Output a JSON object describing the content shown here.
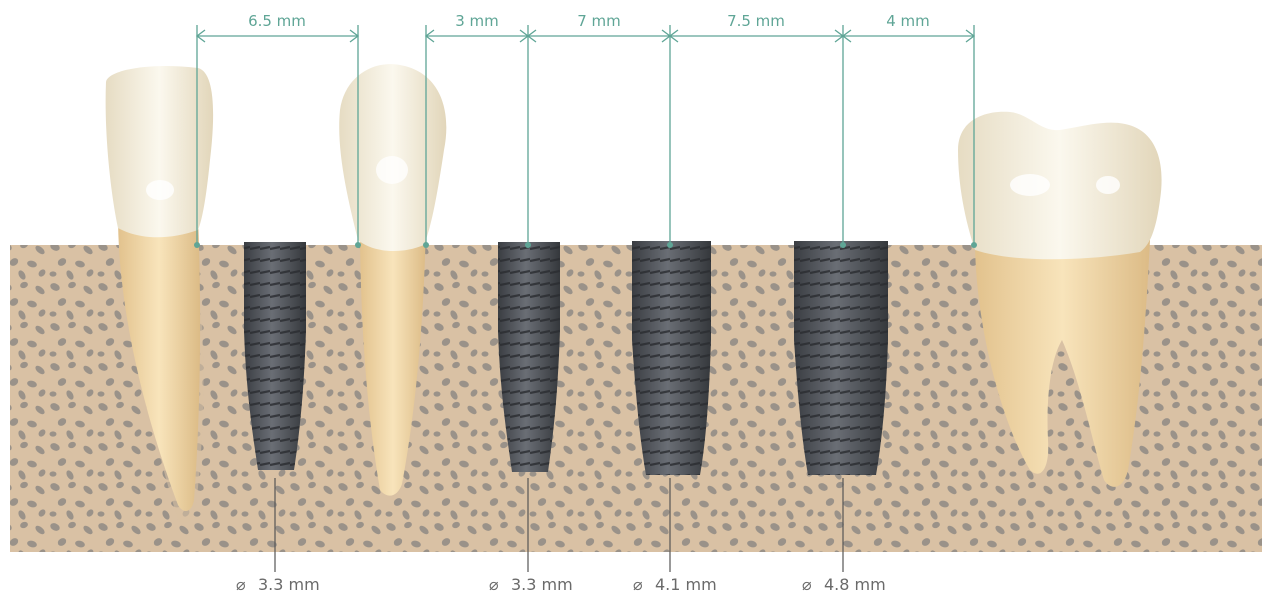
{
  "colors": {
    "accent": "#5fa596",
    "bone": "#d9c1a4",
    "bone_pore": "#8f8a84",
    "implant": "#4c4f55",
    "tooth_crown": "#f1ead8",
    "tooth_root": "#ecd3a6",
    "label_gray": "#6a6a6a"
  },
  "spacings": [
    {
      "label": "6.5 mm",
      "value_mm": 6.5
    },
    {
      "label": "3 mm",
      "value_mm": 3
    },
    {
      "label": "7 mm",
      "value_mm": 7
    },
    {
      "label": "7.5 mm",
      "value_mm": 7.5
    },
    {
      "label": "4 mm",
      "value_mm": 4
    }
  ],
  "implants": [
    {
      "diameter_label": "3.3 mm",
      "diameter_mm": 3.3
    },
    {
      "diameter_label": "3.3 mm",
      "diameter_mm": 3.3
    },
    {
      "diameter_label": "4.1 mm",
      "diameter_mm": 4.1
    },
    {
      "diameter_label": "4.8 mm",
      "diameter_mm": 4.8
    }
  ],
  "diameter_symbol": "⌀",
  "teeth": [
    "incisor",
    "canine",
    "molar"
  ]
}
